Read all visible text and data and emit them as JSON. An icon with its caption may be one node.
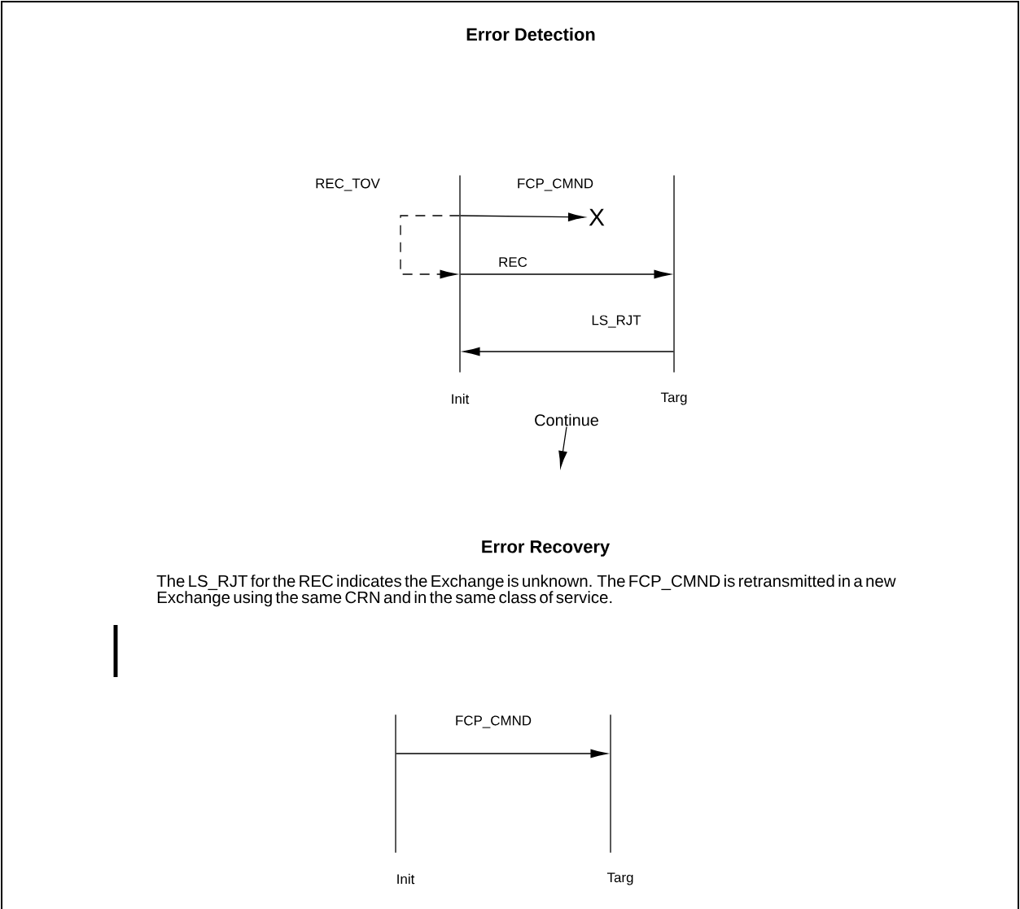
{
  "diagram": {
    "title": "Error Detection",
    "nodes": [
      {
        "text": [
          "Init"
        ]
      },
      {
        "text": [
          "Targ"
        ]
      },
      {
        "text": [
          "X"
        ]
      },
      {
        "text": [
          "Continue"
        ]
      },
      {
        "text": [
          "Init"
        ]
      },
      {
        "text": [
          "Targ"
        ]
      }
    ],
    "edges": [
      {
        "from": 0,
        "to": 2,
        "arrow": "to",
        "label": "FCP_CMND"
      },
      {
        "from": 0,
        "to": 0,
        "arrow": "to",
        "style": "dashed",
        "label": "REC_TOV"
      },
      {
        "from": 0,
        "to": 1,
        "arrow": "to",
        "label": "REC"
      },
      {
        "from": 1,
        "to": 0,
        "arrow": "to",
        "label": "LS_RJT"
      },
      {
        "from": 3,
        "to": null,
        "arrow": "to"
      },
      {
        "from": 4,
        "to": 5,
        "arrow": "to",
        "label": "FCP_CMND"
      }
    ],
    "labels": [
      "Error Recovery",
      "The LS_RJT for the REC indicates the Exchange is unknown. The FCP_CMND is retransmitted in a new Exchange using the same CRN and in the same class of service."
    ]
  }
}
